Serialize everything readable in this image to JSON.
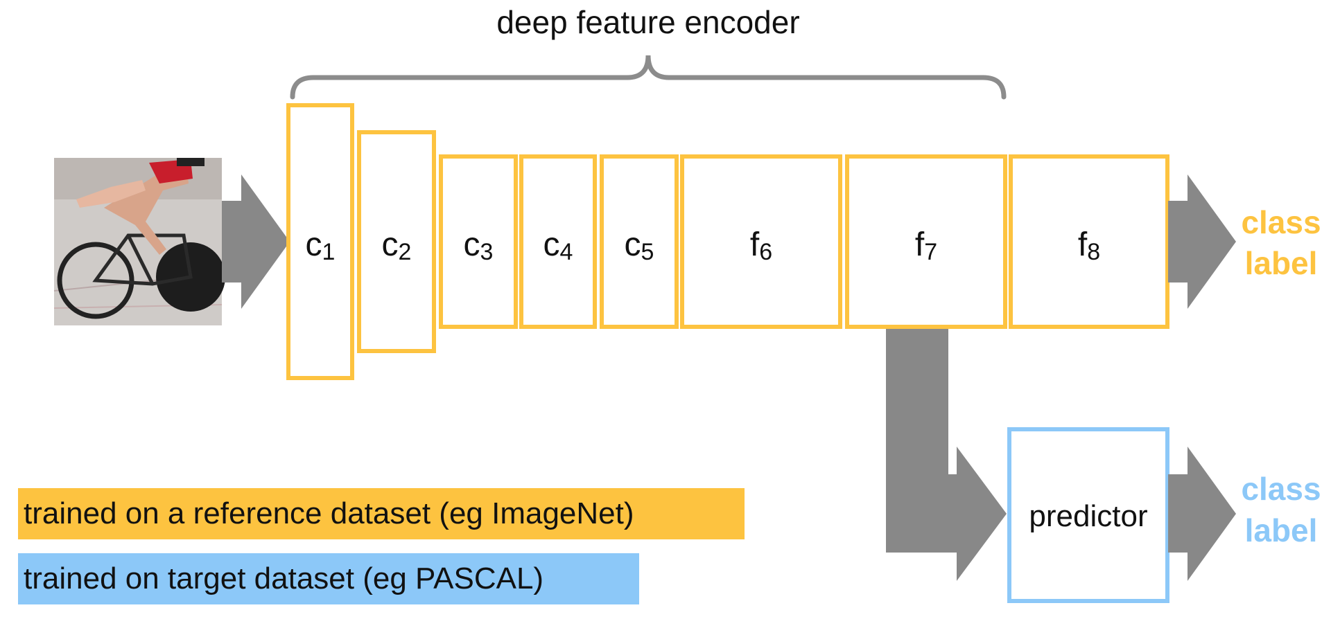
{
  "title": "deep feature encoder",
  "colors": {
    "reference": "#FDC340",
    "target": "#8CC8F8",
    "arrow": "#888888",
    "brace": "#8c8c8c"
  },
  "input_image": {
    "icon": "cyclist-photo-icon"
  },
  "layers": [
    {
      "base": "c",
      "sub": "1"
    },
    {
      "base": "c",
      "sub": "2"
    },
    {
      "base": "c",
      "sub": "3"
    },
    {
      "base": "c",
      "sub": "4"
    },
    {
      "base": "c",
      "sub": "5"
    },
    {
      "base": "f",
      "sub": "6"
    },
    {
      "base": "f",
      "sub": "7"
    },
    {
      "base": "f",
      "sub": "8"
    }
  ],
  "output_top": {
    "line1": "class",
    "line2": "label"
  },
  "predictor": {
    "label": "predictor"
  },
  "output_bottom": {
    "line1": "class",
    "line2": "label"
  },
  "legend": {
    "reference": "trained on a reference dataset (eg ImageNet)",
    "target": "trained on target dataset (eg PASCAL)"
  }
}
